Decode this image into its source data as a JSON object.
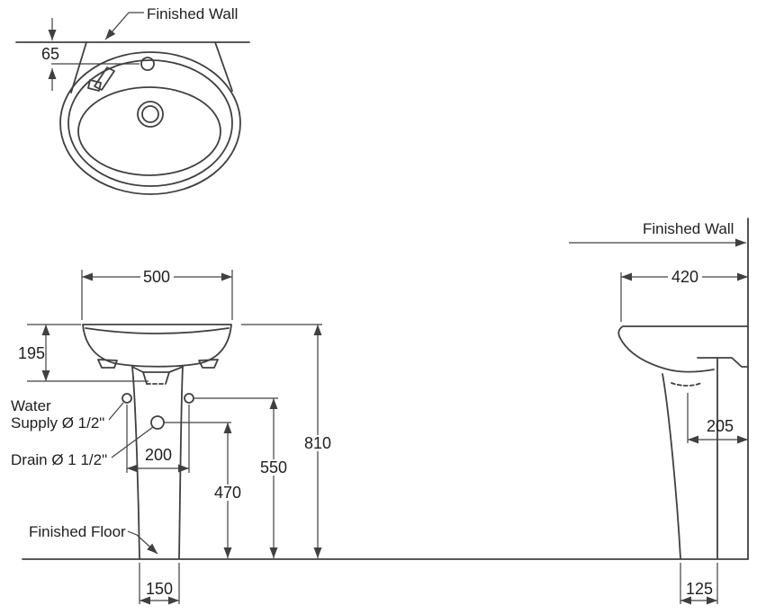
{
  "labels": {
    "finished_wall_plan": "Finished Wall",
    "finished_wall_side": "Finished Wall",
    "water_supply_line1": "Water",
    "water_supply_line2": "Supply Ø 1/2\"",
    "drain": "Drain Ø 1 1/2\"",
    "finished_floor": "Finished Floor"
  },
  "dims": {
    "faucet_center_from_wall": "65",
    "basin_width": "500",
    "basin_height": "195",
    "supply_spacing": "200",
    "drain_center_height": "470",
    "supply_center_height": "550",
    "rim_height": "810",
    "pedestal_base_width": "150",
    "basin_depth_from_wall": "420",
    "drain_center_from_wall": "205",
    "pedestal_base_depth": "125"
  },
  "colors": {
    "line": "#404040",
    "text": "#1f1f1f",
    "background": "#ffffff"
  }
}
